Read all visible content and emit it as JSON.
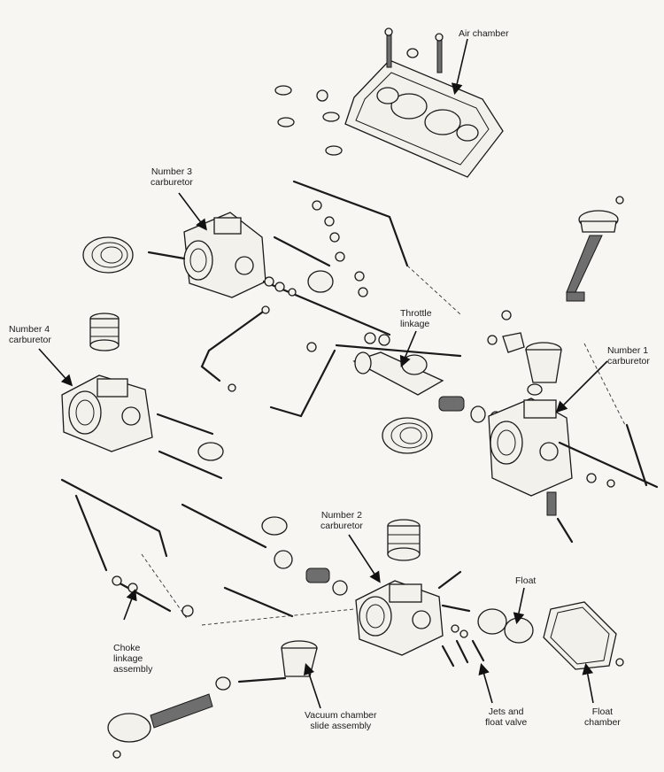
{
  "labels": {
    "air_chamber": [
      "Air chamber"
    ],
    "carb3": [
      "Number 3",
      "carburetor"
    ],
    "carb4": [
      "Number 4",
      "carburetor"
    ],
    "throttle": [
      "Throttle",
      "linkage"
    ],
    "carb1": [
      "Number 1",
      "carburetor"
    ],
    "carb2": [
      "Number 2",
      "carburetor"
    ],
    "float": [
      "Float"
    ],
    "choke": [
      "Choke",
      "linkage",
      "assembly"
    ],
    "vacuum": [
      "Vacuum chamber",
      "slide assembly"
    ],
    "jets": [
      "Jets and",
      "float valve"
    ],
    "float_chamber": [
      "Float",
      "chamber"
    ]
  }
}
